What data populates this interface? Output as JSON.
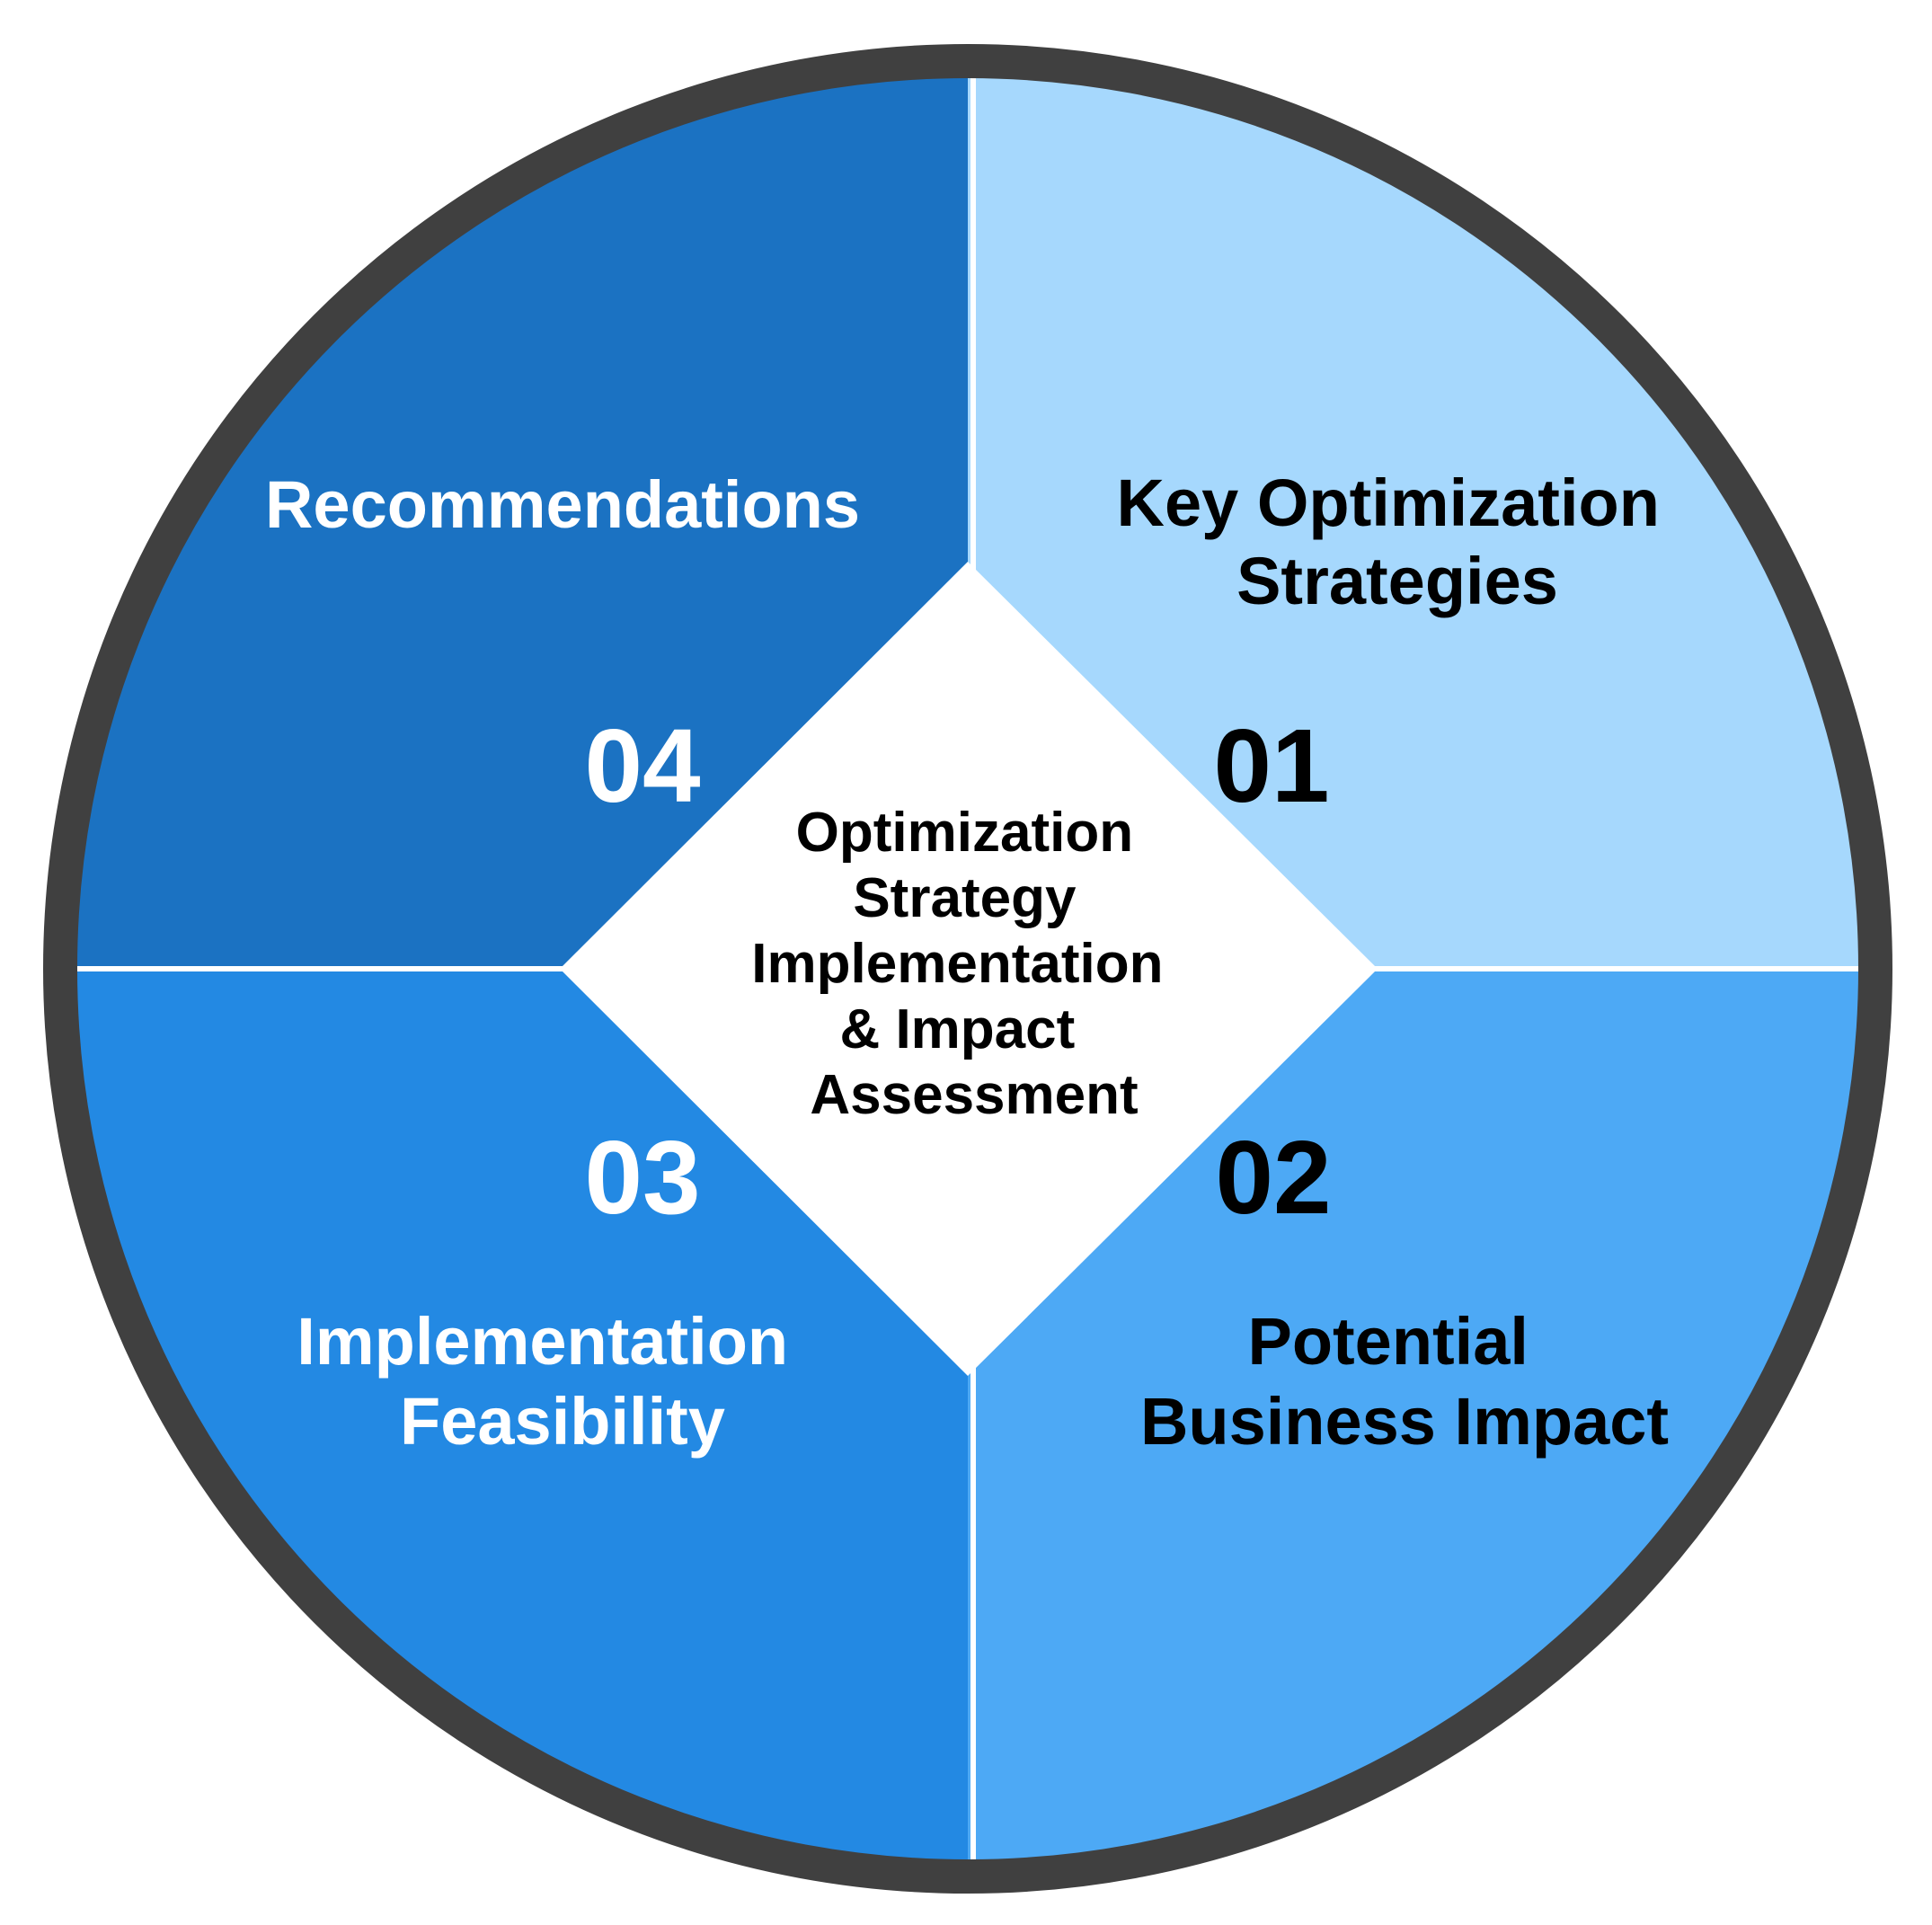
{
  "center": {
    "lines": [
      "Optimization",
      "Strategy",
      "Implementation",
      "& Impact",
      "Assessment"
    ],
    "color": "#000000",
    "fill": "#ffffff"
  },
  "ring_color": "#404040",
  "divider_color": "#ffffff",
  "segments": [
    {
      "id": "01",
      "number": "01",
      "lines": [
        "Key Optimization",
        "Strategies"
      ],
      "fill": "#a6d8fd",
      "text_color": "#000000"
    },
    {
      "id": "02",
      "number": "02",
      "lines": [
        "Potential",
        "Business Impact"
      ],
      "fill": "#4da9f5",
      "text_color": "#000000"
    },
    {
      "id": "03",
      "number": "03",
      "lines": [
        "Implementation",
        "Feasibility"
      ],
      "fill": "#2389e3",
      "text_color": "#ffffff"
    },
    {
      "id": "04",
      "number": "04",
      "lines": [
        "Recommendations"
      ],
      "fill": "#1b72c2",
      "text_color": "#ffffff"
    }
  ]
}
